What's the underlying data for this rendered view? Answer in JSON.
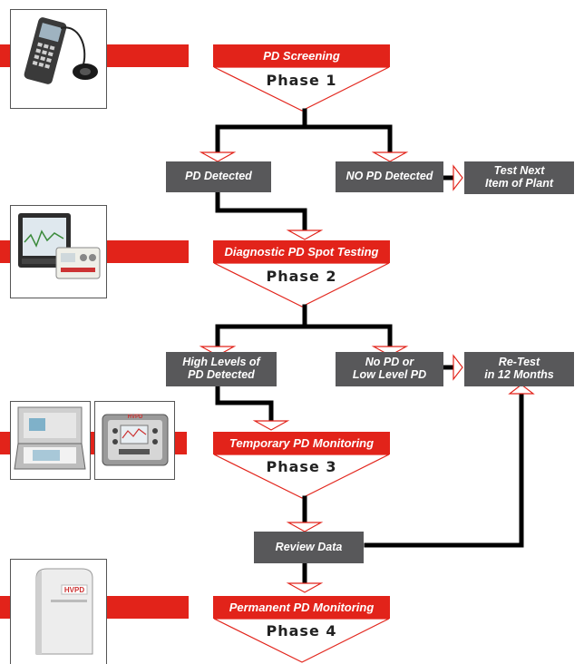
{
  "phases": [
    {
      "heading": "PD Screening",
      "label": "Phase 1"
    },
    {
      "heading": "Diagnostic PD Spot Testing",
      "label": "Phase 2"
    },
    {
      "heading": "Temporary PD Monitoring",
      "label": "Phase 3"
    },
    {
      "heading": "Permanent PD Monitoring",
      "label": "Phase 4"
    }
  ],
  "boxes": {
    "pd_detected": [
      "PD Detected"
    ],
    "no_pd_detected": [
      "NO PD Detected"
    ],
    "test_next": [
      "Test Next",
      "Item of Plant"
    ],
    "high_levels": [
      "High Levels of",
      "PD Detected"
    ],
    "no_pd_low": [
      "No PD or",
      "Low Level PD"
    ],
    "retest": [
      "Re-Test",
      "in 12 Months"
    ],
    "review": [
      "Review Data"
    ]
  },
  "equipment_logo": "HVPD",
  "colors": {
    "red": "#e2231a",
    "gray_box": "#58585a",
    "line": "#000000"
  }
}
